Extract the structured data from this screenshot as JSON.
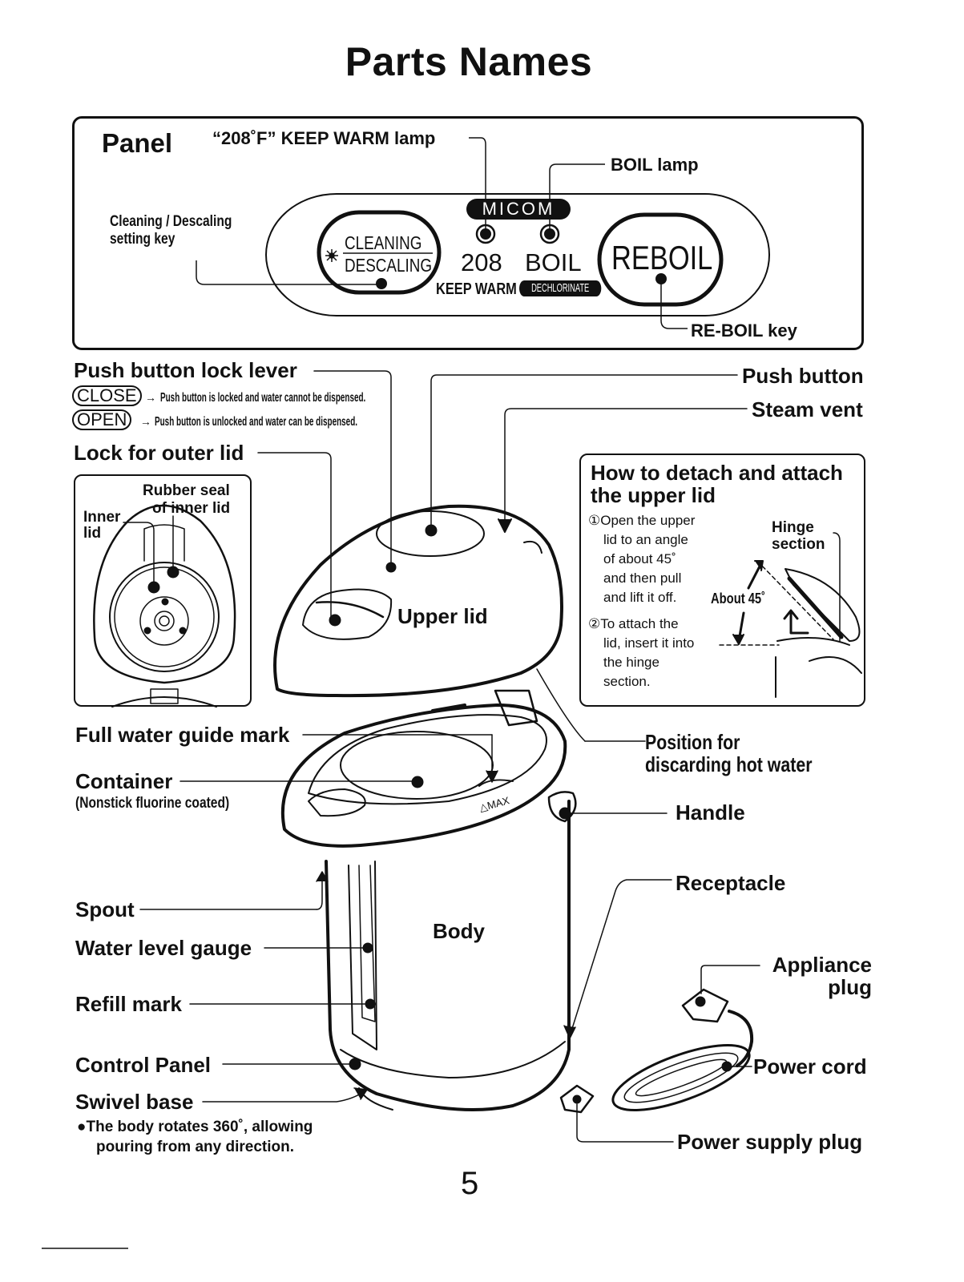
{
  "page": {
    "title": "Parts Names",
    "page_number": "5"
  },
  "panel": {
    "heading": "Panel",
    "keep_warm_lamp_label": "“208˚F” KEEP WARM lamp",
    "boil_lamp_label": "BOIL lamp",
    "cleaning_key_label_line1": "Cleaning / Descaling",
    "cleaning_key_label_line2": "setting key",
    "reboil_key_label": "RE-BOIL key",
    "device": {
      "micom_badge": "MICOM",
      "cleaning_button_top": "CLEANING",
      "cleaning_button_bottom": "DESCALING",
      "keep_warm_temp": "208",
      "keep_warm_text": "KEEP WARM",
      "boil_text": "BOIL",
      "dechlorinate_badge": "DECHLORINATE",
      "reboil_button": "REBOIL"
    }
  },
  "lock_lever": {
    "label": "Push button lock lever",
    "states": [
      {
        "state": "CLOSE",
        "description": "Push button is locked and water cannot be dispensed."
      },
      {
        "state": "OPEN",
        "description": "Push button is unlocked and water can be dispensed."
      }
    ]
  },
  "labels_left": {
    "lock_outer_lid": "Lock for outer lid",
    "full_water_guide_mark": "Full water guide mark",
    "container": "Container",
    "container_note": "(Nonstick fluorine coated)",
    "spout": "Spout",
    "water_level_gauge": "Water level gauge",
    "refill_mark": "Refill mark",
    "control_panel": "Control Panel",
    "swivel_base": "Swivel base",
    "swivel_note_line1": "●The body rotates 360˚, allowing",
    "swivel_note_line2": "pouring from any direction."
  },
  "inner_lid_box": {
    "rubber_seal_line1": "Rubber seal",
    "rubber_seal_line2": "of inner lid",
    "inner_lid_line1": "Inner",
    "inner_lid_line2": "lid"
  },
  "labels_right": {
    "push_button": "Push button",
    "steam_vent": "Steam vent",
    "discard_position_line1": "Position for",
    "discard_position_line2": "discarding hot water",
    "handle": "Handle",
    "receptacle": "Receptacle",
    "appliance_plug_line1": "Appliance",
    "appliance_plug_line2": "plug",
    "power_cord": "Power cord",
    "power_supply_plug": "Power supply plug"
  },
  "diagram_labels": {
    "upper_lid": "Upper lid",
    "body": "Body",
    "max_mark": "△MAX"
  },
  "detach_box": {
    "heading_line1": "How to detach and attach",
    "heading_line2": "the upper lid",
    "step1_lines": [
      "①Open the upper",
      "lid to an angle",
      "of about 45˚",
      "and then pull",
      "and lift it off."
    ],
    "step2_lines": [
      "②To attach the",
      "lid, insert it into",
      "the hinge",
      "section."
    ],
    "hinge_line1": "Hinge",
    "hinge_line2": "section",
    "angle_label": "About 45˚"
  }
}
